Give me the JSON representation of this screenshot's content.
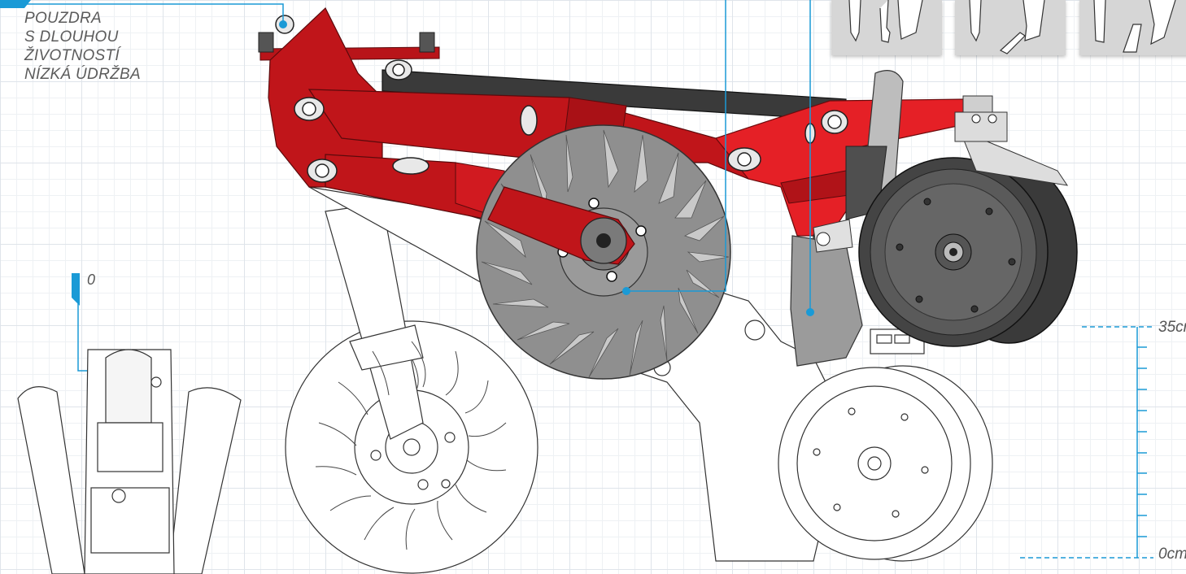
{
  "callouts": {
    "bushing_lines": [
      "POUZDRA",
      "S DLOUHOU",
      "ŽIVOTNOSTÍ",
      "NÍZKÁ ÚDRŽBA"
    ],
    "zero_mark": "0"
  },
  "scale": {
    "top_label": "35cm",
    "bottom_label": "0cm"
  },
  "colors": {
    "accent": "#1a9ad6",
    "frame_red": "#c0151a",
    "frame_red_light": "#e52026",
    "disc_grey": "#8a8a8a"
  },
  "icons": [
    "bushing-icon",
    "coulter-disc-icon",
    "gauge-wheel-icon",
    "seed-opener-icon"
  ]
}
